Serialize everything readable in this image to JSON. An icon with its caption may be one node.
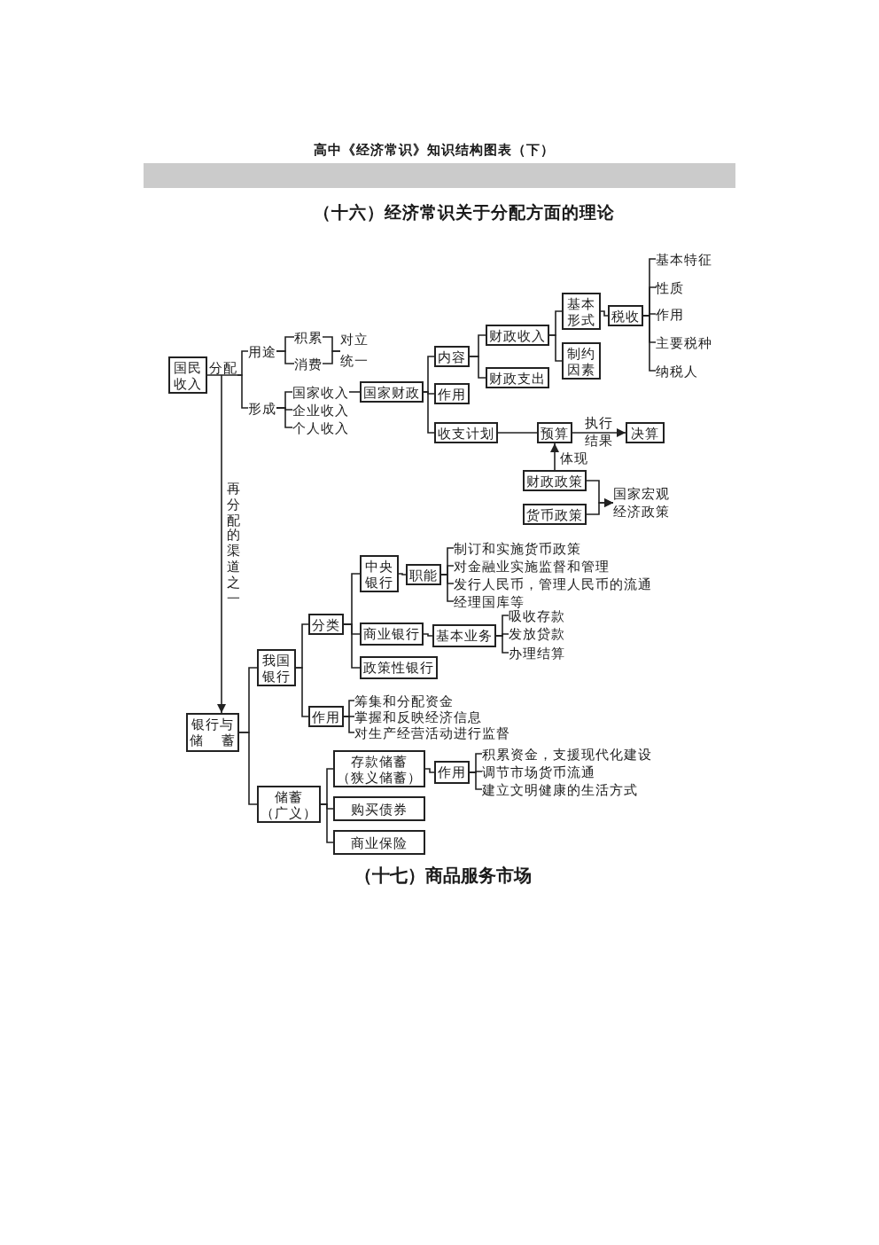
{
  "diagram": {
    "title": "高中《经济常识》知识结构图表（下）",
    "nodes": [
      {
        "text": [
          "国民收入"
        ]
      },
      {
        "text": [
          "分配"
        ]
      },
      {
        "text": [
          "用途"
        ]
      },
      {
        "text": [
          "形成"
        ]
      },
      {
        "text": [
          "积累"
        ]
      },
      {
        "text": [
          "消费"
        ]
      },
      {
        "text": [
          "对立统一"
        ]
      },
      {
        "text": [
          "国家收入"
        ]
      },
      {
        "text": [
          "企业收入"
        ]
      },
      {
        "text": [
          "个人收入"
        ]
      },
      {
        "text": [
          "国家财政"
        ]
      },
      {
        "text": [
          "内容"
        ]
      },
      {
        "text": [
          "作用"
        ]
      },
      {
        "text": [
          "收支计划"
        ]
      },
      {
        "text": [
          "财政收入"
        ]
      },
      {
        "text": [
          "财政支出"
        ]
      },
      {
        "text": [
          "基本形式"
        ]
      },
      {
        "text": [
          "制约因素"
        ]
      },
      {
        "text": [
          "税收"
        ]
      },
      {
        "text": [
          "基本特征"
        ]
      },
      {
        "text": [
          "性质"
        ]
      },
      {
        "text": [
          "作用"
        ]
      },
      {
        "text": [
          "主要税种"
        ]
      },
      {
        "text": [
          "纳税人"
        ]
      },
      {
        "text": [
          "预算"
        ]
      },
      {
        "text": [
          "决算"
        ]
      },
      {
        "text": [
          "财政政策"
        ]
      },
      {
        "text": [
          "货币政策"
        ]
      },
      {
        "text": [
          "国家宏观经济政策"
        ]
      },
      {
        "text": [
          "银行与储蓄"
        ]
      },
      {
        "text": [
          "我国银行"
        ]
      },
      {
        "text": [
          "储蓄（广义）"
        ]
      },
      {
        "text": [
          "分类"
        ]
      },
      {
        "text": [
          "作用"
        ]
      },
      {
        "text": [
          "中央银行"
        ]
      },
      {
        "text": [
          "商业银行"
        ]
      },
      {
        "text": [
          "政策性银行"
        ]
      },
      {
        "text": [
          "职能"
        ]
      },
      {
        "text": [
          "制订和实施货币政策"
        ]
      },
      {
        "text": [
          "对金融业实施监督和管理"
        ]
      },
      {
        "text": [
          "发行人民币，管理人民币的流通"
        ]
      },
      {
        "text": [
          "经理国库等"
        ]
      },
      {
        "text": [
          "基本业务"
        ]
      },
      {
        "text": [
          "吸收存款"
        ]
      },
      {
        "text": [
          "发放贷款"
        ]
      },
      {
        "text": [
          "办理结算"
        ]
      },
      {
        "text": [
          "筹集和分配资金"
        ]
      },
      {
        "text": [
          "掌握和反映经济信息"
        ]
      },
      {
        "text": [
          "对生产经营活动进行监督"
        ]
      },
      {
        "text": [
          "存款储蓄（狭义储蓄）"
        ]
      },
      {
        "text": [
          "购买债券"
        ]
      },
      {
        "text": [
          "商业保险"
        ]
      },
      {
        "text": [
          "作用"
        ]
      },
      {
        "text": [
          "积累资金，支援现代化建设"
        ]
      },
      {
        "text": [
          "调节市场货币流通"
        ]
      },
      {
        "text": [
          "建立文明健康的生活方式"
        ]
      }
    ],
    "edges": [
      {
        "from": 0,
        "to": 1,
        "arrow": "none"
      },
      {
        "from": 1,
        "to": 2,
        "arrow": "none"
      },
      {
        "from": 1,
        "to": 3,
        "arrow": "none"
      },
      {
        "from": 2,
        "to": 4,
        "arrow": "none"
      },
      {
        "from": 2,
        "to": 5,
        "arrow": "none"
      },
      {
        "from": 4,
        "to": 6,
        "arrow": "none"
      },
      {
        "from": 5,
        "to": 6,
        "arrow": "none"
      },
      {
        "from": 3,
        "to": 7,
        "arrow": "none"
      },
      {
        "from": 3,
        "to": 8,
        "arrow": "none"
      },
      {
        "from": 3,
        "to": 9,
        "arrow": "none"
      },
      {
        "from": 7,
        "to": 10,
        "arrow": "none"
      },
      {
        "from": 10,
        "to": 11,
        "arrow": "none"
      },
      {
        "from": 10,
        "to": 12,
        "arrow": "none"
      },
      {
        "from": 10,
        "to": 13,
        "arrow": "none"
      },
      {
        "from": 11,
        "to": 14,
        "arrow": "none"
      },
      {
        "from": 11,
        "to": 15,
        "arrow": "none"
      },
      {
        "from": 14,
        "to": 16,
        "arrow": "none"
      },
      {
        "from": 14,
        "to": 17,
        "arrow": "none"
      },
      {
        "from": 16,
        "to": 18,
        "arrow": "none"
      },
      {
        "from": 18,
        "to": 19,
        "arrow": "none"
      },
      {
        "from": 18,
        "to": 20,
        "arrow": "none"
      },
      {
        "from": 18,
        "to": 21,
        "arrow": "none"
      },
      {
        "from": 18,
        "to": 22,
        "arrow": "none"
      },
      {
        "from": 18,
        "to": 23,
        "arrow": "none"
      },
      {
        "from": 13,
        "to": 24,
        "arrow": "none"
      },
      {
        "from": 24,
        "to": 25,
        "arrow": "to",
        "label": "执行结果"
      },
      {
        "from": 26,
        "to": 24,
        "arrow": "to",
        "label": "体现"
      },
      {
        "from": 26,
        "to": 28,
        "arrow": "to"
      },
      {
        "from": 27,
        "to": 28,
        "arrow": "to"
      },
      {
        "from": 1,
        "to": 29,
        "arrow": "to",
        "label": "再分配的渠道之一"
      },
      {
        "from": 29,
        "to": 30,
        "arrow": "none"
      },
      {
        "from": 29,
        "to": 31,
        "arrow": "none"
      },
      {
        "from": 30,
        "to": 32,
        "arrow": "none"
      },
      {
        "from": 30,
        "to": 33,
        "arrow": "none"
      },
      {
        "from": 32,
        "to": 34,
        "arrow": "none"
      },
      {
        "from": 32,
        "to": 35,
        "arrow": "none"
      },
      {
        "from": 32,
        "to": 36,
        "arrow": "none"
      },
      {
        "from": 34,
        "to": 37,
        "arrow": "none"
      },
      {
        "from": 37,
        "to": 38,
        "arrow": "none"
      },
      {
        "from": 37,
        "to": 39,
        "arrow": "none"
      },
      {
        "from": 37,
        "to": 40,
        "arrow": "none"
      },
      {
        "from": 37,
        "to": 41,
        "arrow": "none"
      },
      {
        "from": 35,
        "to": 42,
        "arrow": "none"
      },
      {
        "from": 42,
        "to": 43,
        "arrow": "none"
      },
      {
        "from": 42,
        "to": 44,
        "arrow": "none"
      },
      {
        "from": 42,
        "to": 45,
        "arrow": "none"
      },
      {
        "from": 33,
        "to": 46,
        "arrow": "none"
      },
      {
        "from": 33,
        "to": 47,
        "arrow": "none"
      },
      {
        "from": 33,
        "to": 48,
        "arrow": "none"
      },
      {
        "from": 31,
        "to": 49,
        "arrow": "none"
      },
      {
        "from": 31,
        "to": 50,
        "arrow": "none"
      },
      {
        "from": 31,
        "to": 51,
        "arrow": "none"
      },
      {
        "from": 49,
        "to": 52,
        "arrow": "none"
      },
      {
        "from": 52,
        "to": 53,
        "arrow": "none"
      },
      {
        "from": 52,
        "to": 54,
        "arrow": "none"
      },
      {
        "from": 52,
        "to": 55,
        "arrow": "none"
      }
    ],
    "labels": [
      "（十六）经济常识关于分配方面的理论",
      "（十七）商品服务市场"
    ]
  }
}
